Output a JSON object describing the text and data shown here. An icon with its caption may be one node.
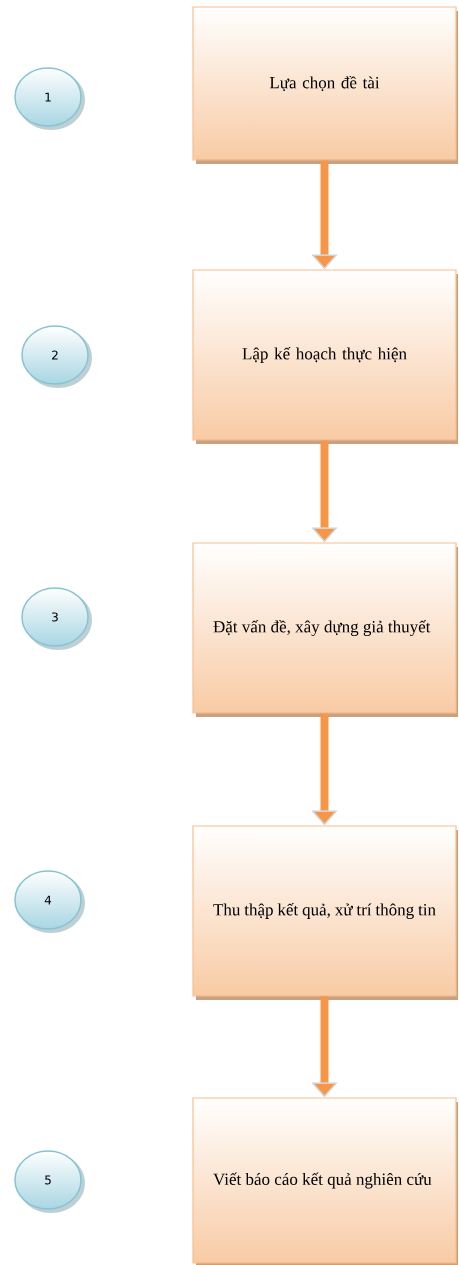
{
  "diagram": {
    "nodes": [
      {
        "text": [
          "1"
        ]
      },
      {
        "text": [
          "Lựa chọn đề tài"
        ]
      },
      {
        "text": [
          "2"
        ]
      },
      {
        "text": [
          "Lập kế hoạch thực hiện"
        ]
      },
      {
        "text": [
          "3"
        ]
      },
      {
        "text": [
          "Đặt vấn đề, xây dựng giả thuyết"
        ]
      },
      {
        "text": [
          "4"
        ]
      },
      {
        "text": [
          "Thu thập kết quả, xử trí thông tin"
        ]
      },
      {
        "text": [
          "5"
        ]
      },
      {
        "text": [
          "Viết báo cáo kết quả nghiên cứu"
        ]
      }
    ],
    "edges": [
      {
        "from": 1,
        "to": 3,
        "arrow": "to"
      },
      {
        "from": 3,
        "to": 5,
        "arrow": "to"
      },
      {
        "from": 5,
        "to": 7,
        "arrow": "to"
      },
      {
        "from": 7,
        "to": 9,
        "arrow": "to"
      }
    ]
  }
}
